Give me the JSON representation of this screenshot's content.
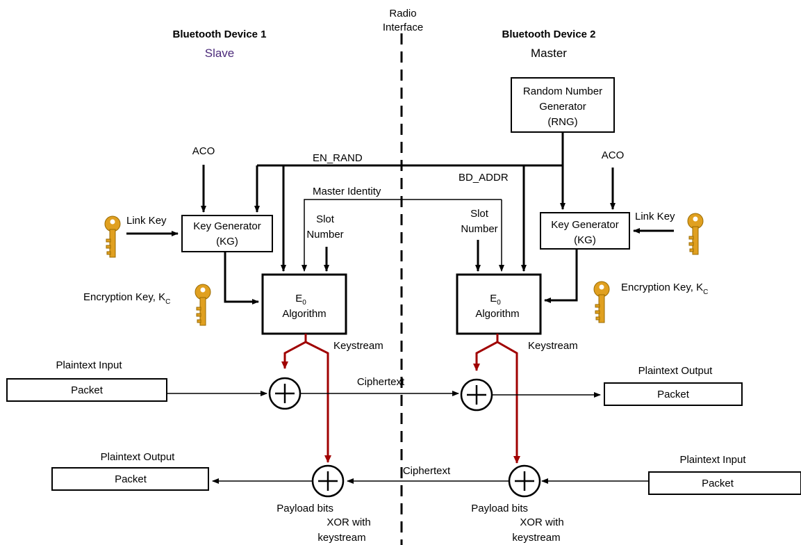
{
  "radio_interface": {
    "line1": "Radio",
    "line2": "Interface"
  },
  "device1": {
    "title": "Bluetooth Device 1",
    "role": "Slave",
    "aco": "ACO",
    "link_key": "Link Key",
    "key_generator": {
      "line1": "Key Generator",
      "line2": "(KG)"
    },
    "encryption_key": "Encryption Key, K",
    "encryption_key_sub": "C",
    "slot_number": {
      "line1": "Slot",
      "line2": "Number"
    },
    "e0": {
      "line1": "E",
      "line1_sub": "0",
      "line2": "Algorithm"
    },
    "keystream": "Keystream",
    "plaintext_input": "Plaintext Input",
    "packet_in": "Packet",
    "plaintext_output": "Plaintext Output",
    "packet_out": "Packet",
    "payload_note": {
      "line1": "Payload bits",
      "line2": "XOR with",
      "line3": "keystream"
    }
  },
  "device2": {
    "title": "Bluetooth Device 2",
    "role": "Master",
    "rng": {
      "line1": "Random Number",
      "line2": "Generator",
      "line3": "(RNG)"
    },
    "aco": "ACO",
    "link_key": "Link Key",
    "key_generator": {
      "line1": "Key Generator",
      "line2": "(KG)"
    },
    "encryption_key": "Encryption Key, K",
    "encryption_key_sub": "C",
    "slot_number": {
      "line1": "Slot",
      "line2": "Number"
    },
    "e0": {
      "line1": "E",
      "line1_sub": "0",
      "line2": "Algorithm"
    },
    "keystream": "Keystream",
    "plaintext_output": "Plaintext Output",
    "packet_out": "Packet",
    "plaintext_input": "Plaintext Input",
    "packet_in": "Packet",
    "payload_note": {
      "line1": "Payload bits",
      "line2": "XOR with",
      "line3": "keystream"
    }
  },
  "signals": {
    "en_rand": "EN_RAND",
    "bd_addr": "BD_ADDR",
    "master_identity": "Master Identity",
    "ciphertext_top": "Ciphertext",
    "ciphertext_bottom": "Ciphertext"
  },
  "colors": {
    "slave_role": "#4b2a7a",
    "keystream_path": "#a00000",
    "key_gold": "#e0a020"
  }
}
